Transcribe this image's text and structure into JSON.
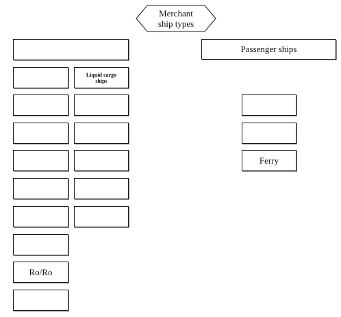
{
  "diagram": {
    "root": {
      "label": "Merchant\nship types"
    },
    "categories": {
      "cargo": {
        "label": ""
      },
      "passenger": {
        "label": "Passenger ships"
      }
    },
    "column_a": [
      "",
      "",
      "",
      "",
      "",
      "",
      "",
      "Ro/Ro",
      ""
    ],
    "column_b": [
      "Liquid cargo\nships",
      "",
      "",
      "",
      "",
      ""
    ],
    "column_c": [
      "",
      "",
      "Ferry"
    ]
  }
}
